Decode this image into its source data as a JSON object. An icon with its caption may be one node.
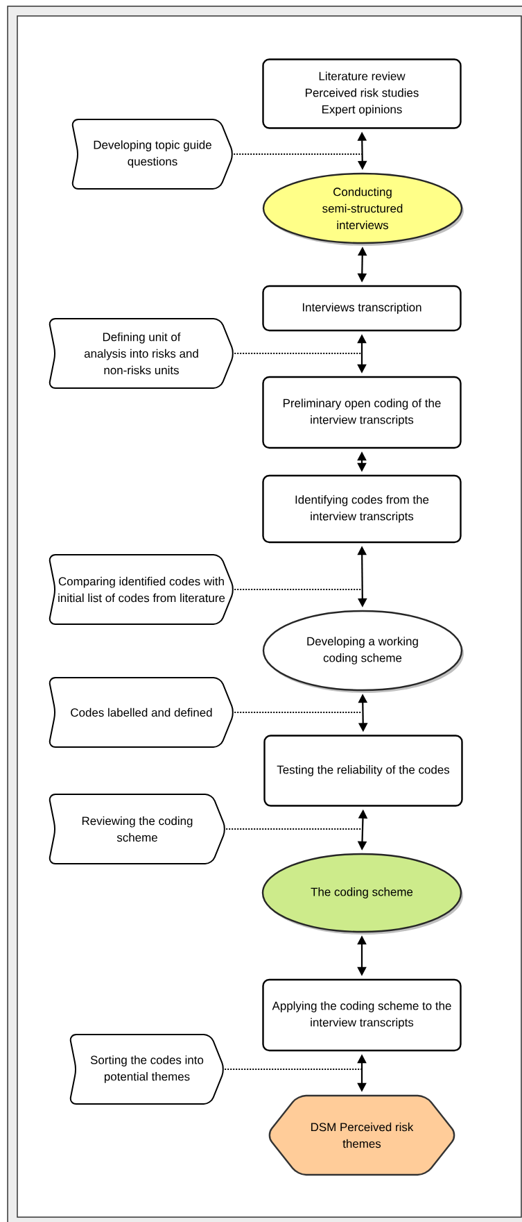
{
  "diagram": {
    "nodes": [
      {
        "text": [
          "Literature review",
          "Perceived risk studies",
          "Expert opinions"
        ]
      },
      {
        "text": [
          "Developing topic guide questions"
        ]
      },
      {
        "text": [
          "Conducting semi-structured interviews"
        ]
      },
      {
        "text": [
          "Interviews transcription"
        ]
      },
      {
        "text": [
          "Defining unit of analysis into risks and non-risks units"
        ]
      },
      {
        "text": [
          "Preliminary open coding of the interview transcripts"
        ]
      },
      {
        "text": [
          "Identifying codes from the interview transcripts"
        ]
      },
      {
        "text": [
          "Comparing identified codes with initial list of codes from literature"
        ]
      },
      {
        "text": [
          "Developing a working coding scheme"
        ]
      },
      {
        "text": [
          "Codes labelled and defined"
        ]
      },
      {
        "text": [
          "Testing the reliability of the codes"
        ]
      },
      {
        "text": [
          "Reviewing the coding scheme"
        ]
      },
      {
        "text": [
          "The coding scheme"
        ]
      },
      {
        "text": [
          "Applying the coding scheme to the interview transcripts"
        ]
      },
      {
        "text": [
          "Sorting the codes into potential themes"
        ]
      },
      {
        "text": [
          "DSM Perceived risk themes"
        ]
      }
    ],
    "edges": [
      {
        "from": 0,
        "to": 2,
        "arrow": "both"
      },
      {
        "from": 1,
        "to": null,
        "arrow": "none",
        "style": "dashed"
      },
      {
        "from": 2,
        "to": 3,
        "arrow": "both"
      },
      {
        "from": 3,
        "to": 5,
        "arrow": "both"
      },
      {
        "from": 4,
        "to": null,
        "arrow": "none",
        "style": "dashed"
      },
      {
        "from": 5,
        "to": 6,
        "arrow": "both"
      },
      {
        "from": 6,
        "to": 8,
        "arrow": "both"
      },
      {
        "from": 7,
        "to": null,
        "arrow": "none",
        "style": "dashed"
      },
      {
        "from": 8,
        "to": 10,
        "arrow": "both"
      },
      {
        "from": 9,
        "to": null,
        "arrow": "none",
        "style": "dashed"
      },
      {
        "from": 10,
        "to": 12,
        "arrow": "both"
      },
      {
        "from": 11,
        "to": null,
        "arrow": "none",
        "style": "dashed"
      },
      {
        "from": 12,
        "to": 13,
        "arrow": "both"
      },
      {
        "from": 14,
        "to": null,
        "arrow": "none",
        "style": "dashed"
      },
      {
        "from": 13,
        "to": 15,
        "arrow": "both"
      }
    ]
  }
}
